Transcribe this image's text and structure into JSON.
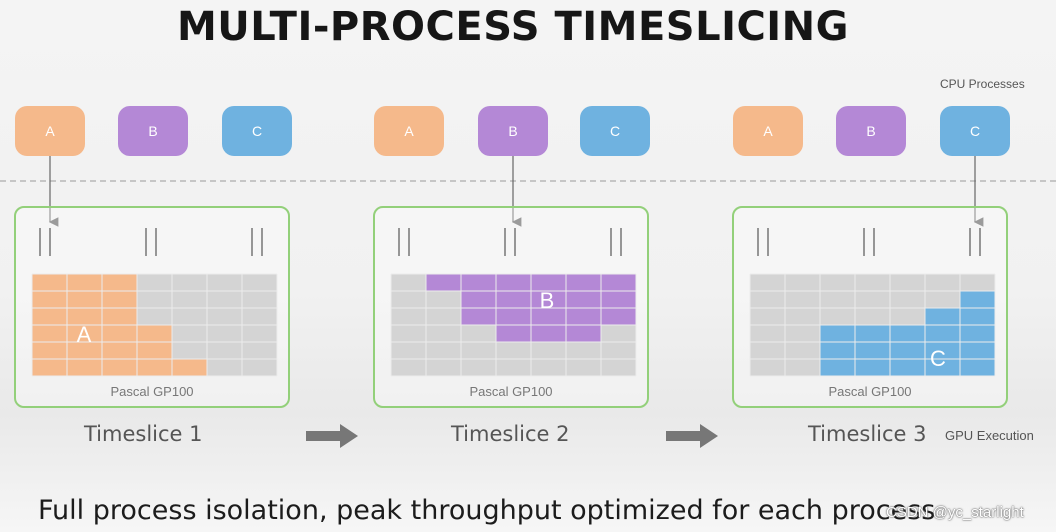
{
  "title": "MULTI-PROCESS TIMESLICING",
  "cpu_processes_label": "CPU Processes",
  "gpu_execution_label": "GPU Execution",
  "chip_name": "Pascal GP100",
  "process_letters": [
    "A",
    "B",
    "C"
  ],
  "timeslices": [
    {
      "label": "Timeslice 1",
      "active": "A",
      "active_index": 0
    },
    {
      "label": "Timeslice 2",
      "active": "B",
      "active_index": 1
    },
    {
      "label": "Timeslice 3",
      "active": "C",
      "active_index": 2
    }
  ],
  "footer": "Full process isolation, peak throughput optimized for each process",
  "watermark": "CSDN @yc_starlight",
  "colors": {
    "A": "#f5b98b",
    "B": "#b488d6",
    "C": "#6fb2e0",
    "panel_border": "#93d07a",
    "grid_bg": "#d4d4d4",
    "arrow": "#777777"
  },
  "icons": {
    "arrow": "right-arrow-icon",
    "stream_marker": "stream-bars-icon"
  }
}
